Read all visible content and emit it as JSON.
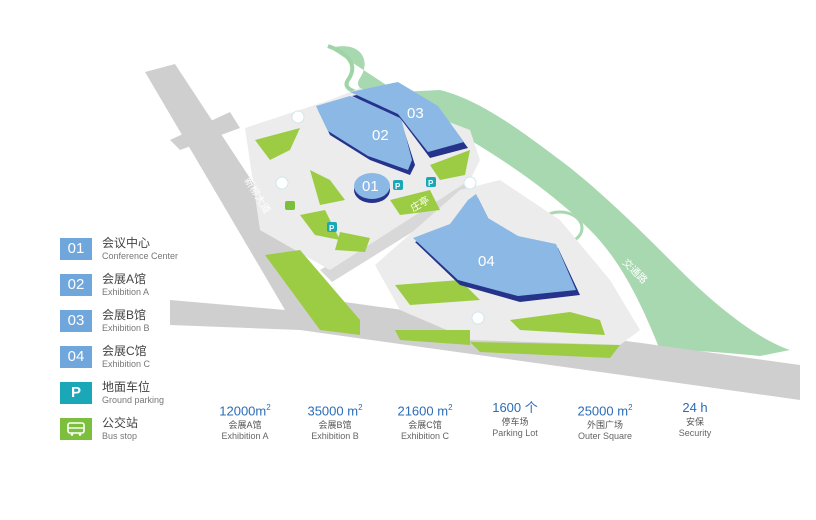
{
  "map": {
    "buildings": [
      {
        "number": "01",
        "kind": "conference-center"
      },
      {
        "number": "02",
        "kind": "exhibition-a"
      },
      {
        "number": "03",
        "kind": "exhibition-b"
      },
      {
        "number": "04",
        "kind": "exhibition-c"
      }
    ],
    "roads": {
      "west": "新柳大道",
      "east": "交通路",
      "inner": "庄亭"
    },
    "parking_symbol": "P",
    "colors": {
      "road": "#cfcfcf",
      "site": "#ececec",
      "lawn": "#9ccc44",
      "river_bank": "#a8d8b0",
      "building": "#8cb8e6",
      "building_edge": "#26338a",
      "parking": "#1aa8b8",
      "bus": "#7cbf3d"
    }
  },
  "legend": [
    {
      "badge": "01",
      "zh": "会议中心",
      "en": "Conference Center",
      "icon": "blue-number"
    },
    {
      "badge": "02",
      "zh": "会展A馆",
      "en": "Exhibition A",
      "icon": "blue-number"
    },
    {
      "badge": "03",
      "zh": "会展B馆",
      "en": "Exhibition B",
      "icon": "blue-number"
    },
    {
      "badge": "04",
      "zh": "会展C馆",
      "en": "Exhibition C",
      "icon": "blue-number"
    },
    {
      "badge": "P",
      "zh": "地面车位",
      "en": "Ground parking",
      "icon": "parking-icon"
    },
    {
      "badge": "",
      "zh": "公交站",
      "en": "Bus stop",
      "icon": "bus-icon"
    }
  ],
  "stats": [
    {
      "value": "12000",
      "unit": "m",
      "sup": "2",
      "zh": "会展A馆",
      "en": "Exhibition A"
    },
    {
      "value": "35000",
      "unit": " m",
      "sup": "2",
      "zh": "会展B馆",
      "en": "Exhibition B"
    },
    {
      "value": "21600",
      "unit": " m",
      "sup": "2",
      "zh": "会展C馆",
      "en": "Exhibition C"
    },
    {
      "value": "1600",
      "unit": " 个",
      "sup": "",
      "zh": "停车场",
      "en": "Parking Lot"
    },
    {
      "value": "25000",
      "unit": " m",
      "sup": "2",
      "zh": "外围广场",
      "en": "Outer Square"
    },
    {
      "value": "24",
      "unit": " h",
      "sup": "",
      "zh": "安保",
      "en": "Security"
    }
  ]
}
